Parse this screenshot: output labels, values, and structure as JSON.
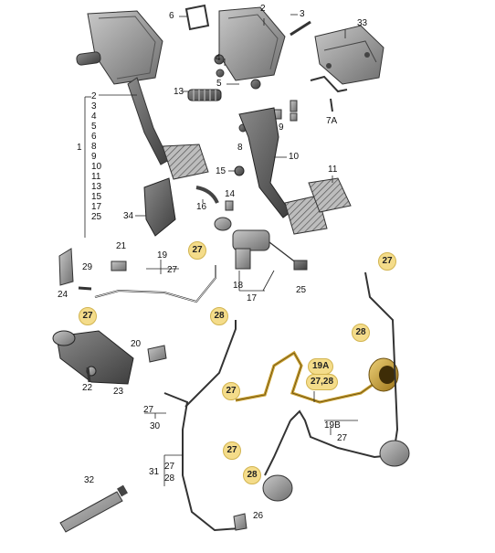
{
  "labels": {
    "l1": "1",
    "l2": "2",
    "l3": "3",
    "l4": "4",
    "l5": "5",
    "l6": "6",
    "l7a": "7A",
    "l8": "8",
    "l9": "9",
    "l10": "10",
    "l11": "11",
    "l13": "13",
    "l14": "14",
    "l15": "15",
    "l16": "16",
    "l17": "17",
    "l18": "18",
    "l19": "19",
    "l19b": "19B",
    "l20": "20",
    "l21": "21",
    "l22": "22",
    "l23": "23",
    "l24": "24",
    "l25a": "25",
    "l25b": "25",
    "l26": "26",
    "l27a": "27",
    "l27b": "27",
    "l27c": "27",
    "l27d": "27",
    "l28": "28",
    "l29": "29",
    "l30": "30",
    "l31": "31",
    "l32": "32",
    "l33": "33",
    "l34": "34"
  },
  "group_list": [
    "2",
    "3",
    "4",
    "5",
    "6",
    "8",
    "9",
    "10",
    "11",
    "13",
    "15",
    "17",
    "25"
  ],
  "badges": {
    "b27_1": "27",
    "b27_2": "27",
    "b27_3": "27",
    "b27_4": "27",
    "b27_5": "27",
    "b28_1": "28",
    "b28_2": "28",
    "b28_3": "28",
    "b19a": "19A",
    "b2728": "27,28"
  },
  "colors": {
    "badge": "#f4dc8a",
    "line": "#222222",
    "part_fill": "#9a9a9a",
    "brass": "#c9a030"
  }
}
